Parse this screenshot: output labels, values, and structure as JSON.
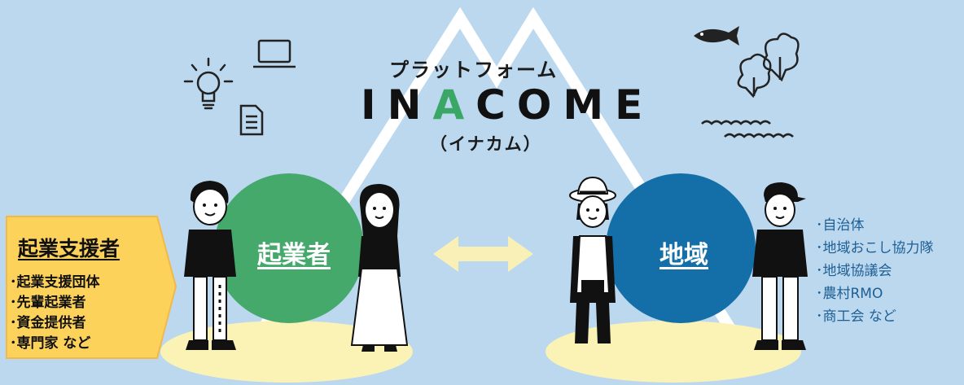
{
  "header": {
    "subtitle": "プラットフォーム",
    "brand": {
      "part1": "IN",
      "accent": "A",
      "part2": "COME"
    },
    "reading": "（イナカム）"
  },
  "circles": {
    "entrepreneur": {
      "label": "起業者",
      "color": "#46a96c"
    },
    "region": {
      "label": "地域",
      "color": "#146ea8"
    }
  },
  "support": {
    "title": "起業支援者",
    "items": [
      "･起業支援団体",
      "･先輩起業者",
      "･資金提供者",
      "･専門家 など"
    ],
    "color": "#fcd25a"
  },
  "region_list": [
    "･自治体",
    "･地域おこし協力隊",
    "･地域協議会",
    "･農村RMO",
    "･商工会 など"
  ],
  "colors": {
    "background": "#bcd8ee",
    "ground": "#fbf3b6",
    "arrow": "#f9f0b8",
    "mountain": "#ffffff"
  },
  "icons": [
    "lightbulb-icon",
    "laptop-icon",
    "document-icon",
    "fish-icon",
    "tree-icon",
    "waves-icon",
    "double-arrow-icon"
  ]
}
